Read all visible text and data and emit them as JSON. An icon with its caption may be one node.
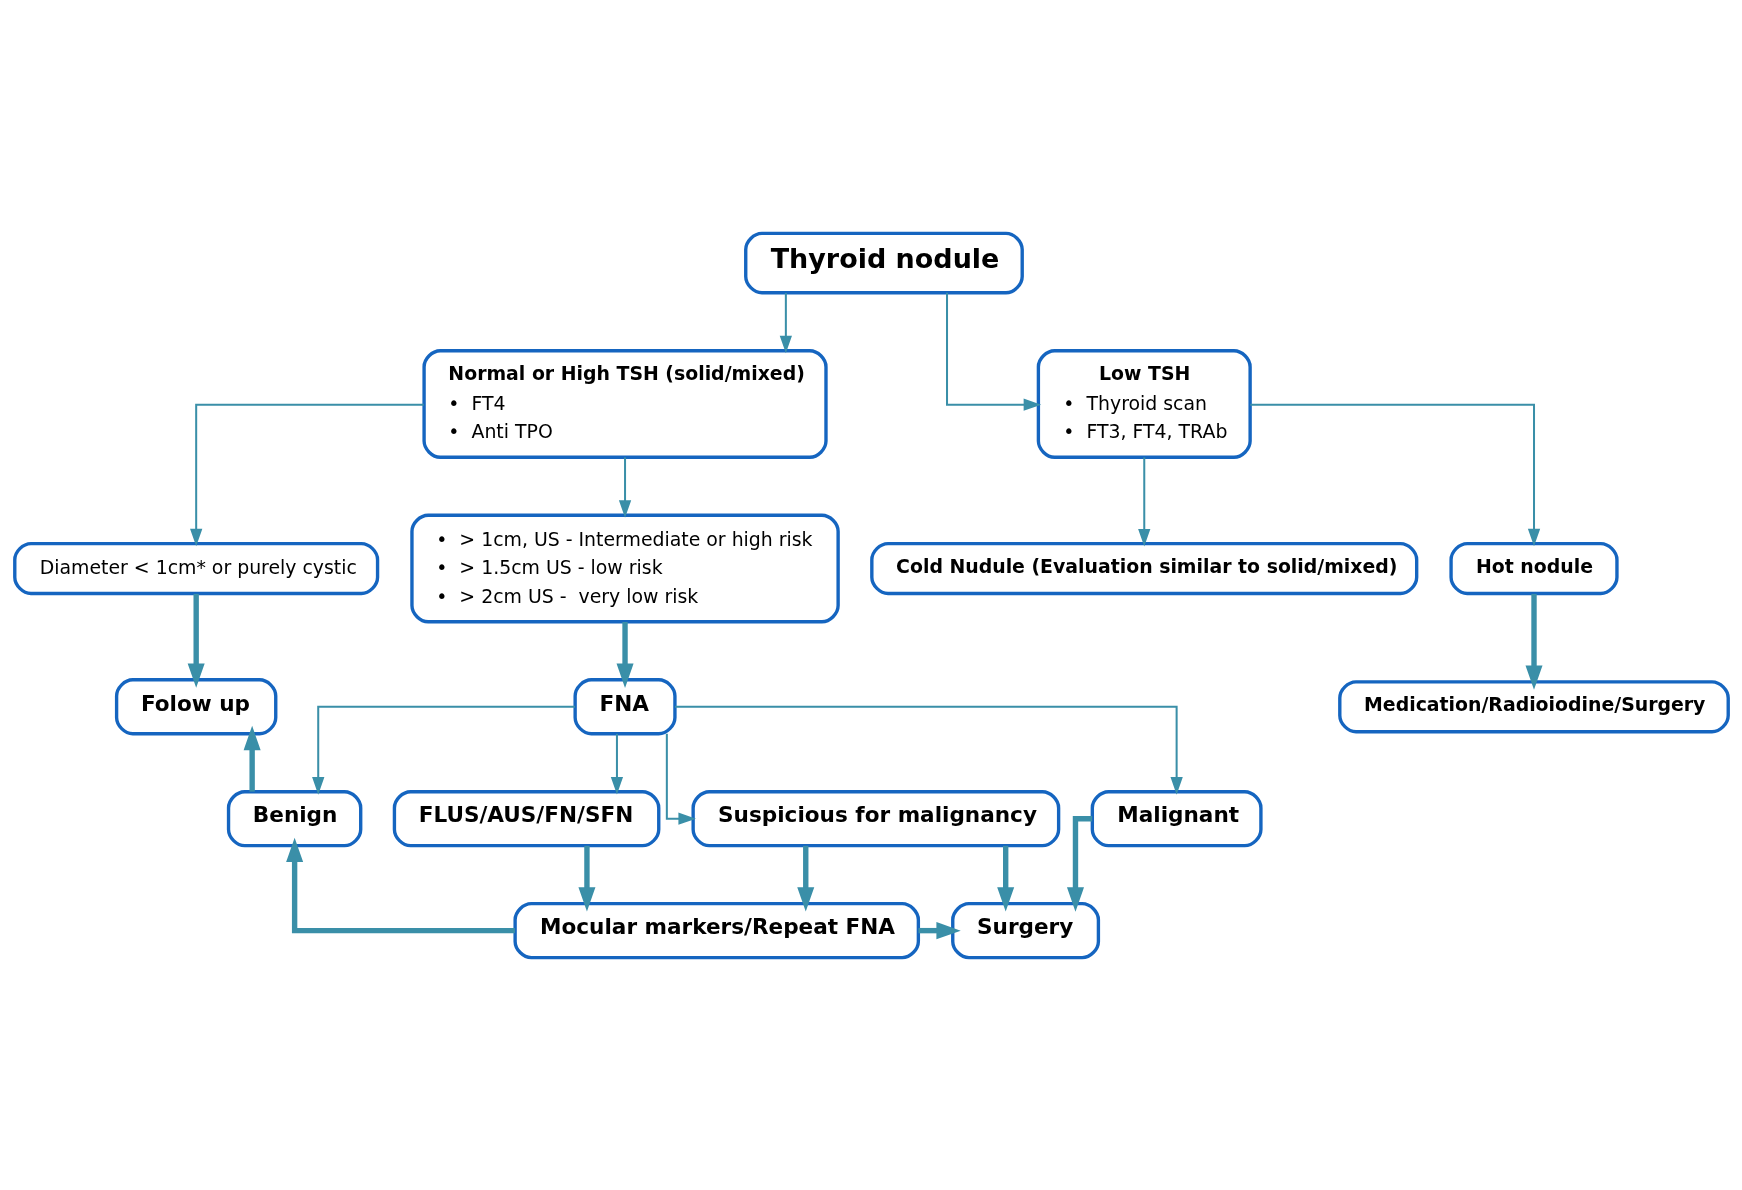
{
  "diagram": {
    "nodes": [
      {
        "text": [
          "Thyroid nodule"
        ]
      },
      {
        "text": [
          "Normal or High TSH (solid/mixed)",
          "•  FT4",
          "•  Anti TPO"
        ]
      },
      {
        "text": [
          "Low TSH",
          "•  Thyroid scan",
          "•  FT3, FT4, TRAb"
        ]
      },
      {
        "text": [
          "Diameter < 1cm* or purely cystic"
        ]
      },
      {
        "text": [
          "•  > 1cm, US - Intermediate or high risk",
          "•  > 1.5cm US - low risk",
          "•  > 2cm US -  very low risk"
        ]
      },
      {
        "text": [
          "Cold Nudule (Evaluation similar to solid/mixed)"
        ]
      },
      {
        "text": [
          "Hot nodule"
        ]
      },
      {
        "text": [
          "Folow up"
        ]
      },
      {
        "text": [
          "FNA"
        ]
      },
      {
        "text": [
          "Medication/Radioiodine/Surgery"
        ]
      },
      {
        "text": [
          "Benign"
        ]
      },
      {
        "text": [
          "FLUS/AUS/FN/SFN"
        ]
      },
      {
        "text": [
          "Suspicious for malignancy"
        ]
      },
      {
        "text": [
          "Malignant"
        ]
      },
      {
        "text": [
          "Mocular markers/Repeat FNA"
        ]
      },
      {
        "text": [
          "Surgery"
        ]
      }
    ],
    "edges": [
      {
        "from": 0,
        "to": 1,
        "arrow": "to"
      },
      {
        "from": 0,
        "to": 2,
        "arrow": "to"
      },
      {
        "from": 1,
        "to": 3,
        "arrow": "to"
      },
      {
        "from": 1,
        "to": 4,
        "arrow": "to"
      },
      {
        "from": 2,
        "to": 5,
        "arrow": "to"
      },
      {
        "from": 2,
        "to": 6,
        "arrow": "to"
      },
      {
        "from": 3,
        "to": 7,
        "arrow": "to",
        "style": "thick"
      },
      {
        "from": 4,
        "to": 8,
        "arrow": "to",
        "style": "thick"
      },
      {
        "from": 6,
        "to": 9,
        "arrow": "to",
        "style": "thick"
      },
      {
        "from": 8,
        "to": 10,
        "arrow": "to"
      },
      {
        "from": 8,
        "to": 11,
        "arrow": "to"
      },
      {
        "from": 8,
        "to": 12,
        "arrow": "to"
      },
      {
        "from": 8,
        "to": 13,
        "arrow": "to"
      },
      {
        "from": 10,
        "to": 7,
        "arrow": "to",
        "style": "thick"
      },
      {
        "from": 11,
        "to": 14,
        "arrow": "to",
        "style": "thick"
      },
      {
        "from": 12,
        "to": 14,
        "arrow": "to",
        "style": "thick"
      },
      {
        "from": 12,
        "to": 15,
        "arrow": "to",
        "style": "thick"
      },
      {
        "from": 13,
        "to": 15,
        "arrow": "to",
        "style": "thick"
      },
      {
        "from": 14,
        "to": 10,
        "arrow": "to",
        "style": "thick"
      },
      {
        "from": 14,
        "to": 15,
        "arrow": "to",
        "style": "thick"
      }
    ]
  }
}
